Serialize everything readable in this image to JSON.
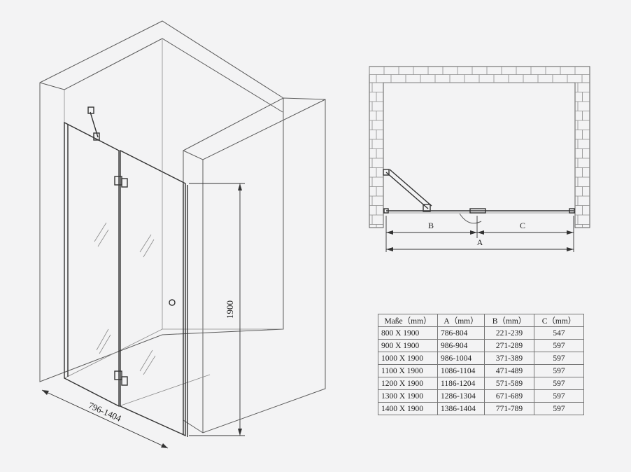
{
  "iso_view": {
    "height_label": "1900",
    "width_label": "796-1404"
  },
  "plan_view": {
    "label_b": "B",
    "label_c": "C",
    "label_a": "A"
  },
  "size_table": {
    "headers": [
      "Maße（mm）",
      "A（mm）",
      "B（mm）",
      "C（mm）"
    ],
    "rows": [
      [
        "800 X 1900",
        "786-804",
        "221-239",
        "547"
      ],
      [
        "900 X 1900",
        "986-904",
        "271-289",
        "597"
      ],
      [
        "1000 X 1900",
        "986-1004",
        "371-389",
        "597"
      ],
      [
        "1100 X 1900",
        "1086-1104",
        "471-489",
        "597"
      ],
      [
        "1200 X 1900",
        "1186-1204",
        "571-589",
        "597"
      ],
      [
        "1300 X 1900",
        "1286-1304",
        "671-689",
        "597"
      ],
      [
        "1400 X 1900",
        "1386-1404",
        "771-789",
        "597"
      ]
    ]
  }
}
